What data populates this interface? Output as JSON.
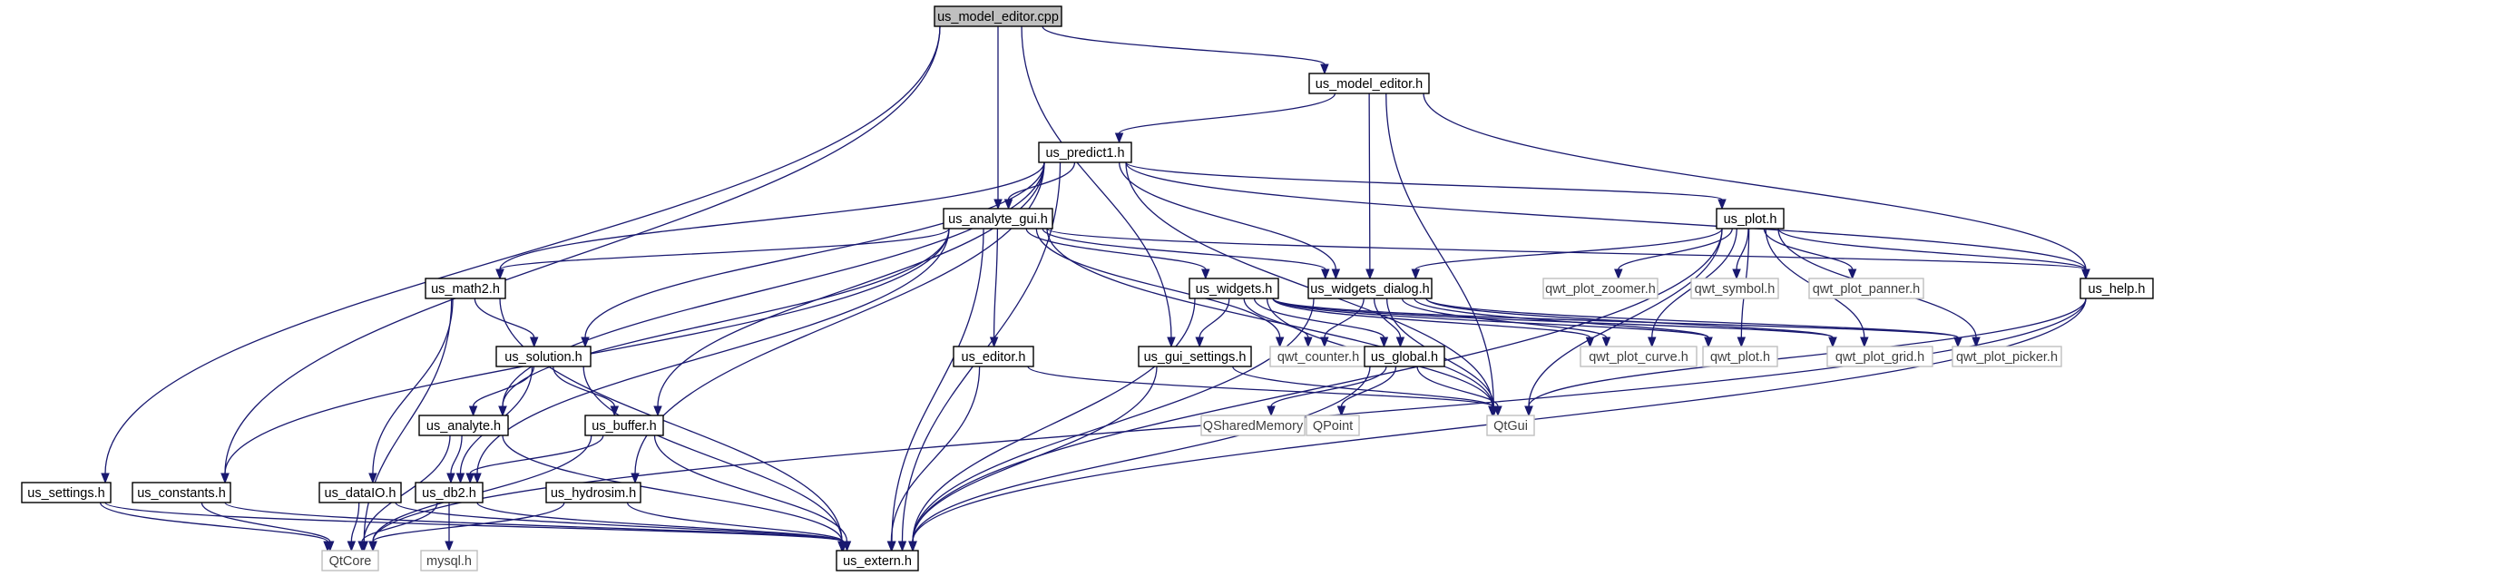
{
  "colors": {
    "edge": "#191970",
    "root_fill": "#bfbfbf",
    "node_fill": "#ffffff",
    "node_stroke": "#000000",
    "external_stroke": "#bfbfbf",
    "external_text": "#404040",
    "text": "#000000"
  },
  "nodes": [
    {
      "id": "us_model_editor_cpp",
      "label": "us_model_editor.cpp",
      "kind": "root"
    },
    {
      "id": "us_model_editor_h",
      "label": "us_model_editor.h",
      "kind": "local"
    },
    {
      "id": "us_predict1_h",
      "label": "us_predict1.h",
      "kind": "local"
    },
    {
      "id": "us_analyte_gui_h",
      "label": "us_analyte_gui.h",
      "kind": "local"
    },
    {
      "id": "us_plot_h",
      "label": "us_plot.h",
      "kind": "local"
    },
    {
      "id": "us_math2_h",
      "label": "us_math2.h",
      "kind": "local"
    },
    {
      "id": "us_widgets_h",
      "label": "us_widgets.h",
      "kind": "local"
    },
    {
      "id": "us_widgets_dialog_h",
      "label": "us_widgets_dialog.h",
      "kind": "local"
    },
    {
      "id": "qwt_plot_zoomer_h",
      "label": "qwt_plot_zoomer.h",
      "kind": "external"
    },
    {
      "id": "qwt_symbol_h",
      "label": "qwt_symbol.h",
      "kind": "external"
    },
    {
      "id": "qwt_plot_panner_h",
      "label": "qwt_plot_panner.h",
      "kind": "external"
    },
    {
      "id": "us_help_h",
      "label": "us_help.h",
      "kind": "local"
    },
    {
      "id": "us_solution_h",
      "label": "us_solution.h",
      "kind": "local"
    },
    {
      "id": "us_editor_h",
      "label": "us_editor.h",
      "kind": "local"
    },
    {
      "id": "us_gui_settings_h",
      "label": "us_gui_settings.h",
      "kind": "local"
    },
    {
      "id": "qwt_counter_h",
      "label": "qwt_counter.h",
      "kind": "external"
    },
    {
      "id": "us_global_h",
      "label": "us_global.h",
      "kind": "local"
    },
    {
      "id": "qwt_plot_curve_h",
      "label": "qwt_plot_curve.h",
      "kind": "external"
    },
    {
      "id": "qwt_plot_h",
      "label": "qwt_plot.h",
      "kind": "external"
    },
    {
      "id": "qwt_plot_grid_h",
      "label": "qwt_plot_grid.h",
      "kind": "external"
    },
    {
      "id": "qwt_plot_picker_h",
      "label": "qwt_plot_picker.h",
      "kind": "external"
    },
    {
      "id": "us_analyte_h",
      "label": "us_analyte.h",
      "kind": "local"
    },
    {
      "id": "us_buffer_h",
      "label": "us_buffer.h",
      "kind": "local"
    },
    {
      "id": "QSharedMemory",
      "label": "QSharedMemory",
      "kind": "external"
    },
    {
      "id": "QPoint",
      "label": "QPoint",
      "kind": "external"
    },
    {
      "id": "QtGui",
      "label": "QtGui",
      "kind": "external"
    },
    {
      "id": "us_settings_h",
      "label": "us_settings.h",
      "kind": "local"
    },
    {
      "id": "us_constants_h",
      "label": "us_constants.h",
      "kind": "local"
    },
    {
      "id": "us_dataIO_h",
      "label": "us_dataIO.h",
      "kind": "local"
    },
    {
      "id": "us_db2_h",
      "label": "us_db2.h",
      "kind": "local"
    },
    {
      "id": "us_hydrosim_h",
      "label": "us_hydrosim.h",
      "kind": "local"
    },
    {
      "id": "QtCore",
      "label": "QtCore",
      "kind": "external"
    },
    {
      "id": "mysql_h",
      "label": "mysql.h",
      "kind": "external"
    },
    {
      "id": "us_extern_h",
      "label": "us_extern.h",
      "kind": "local"
    }
  ],
  "edges": [
    [
      "us_model_editor_cpp",
      "us_model_editor_h"
    ],
    [
      "us_model_editor_cpp",
      "us_analyte_gui_h"
    ],
    [
      "us_model_editor_cpp",
      "us_gui_settings_h"
    ],
    [
      "us_model_editor_cpp",
      "us_settings_h"
    ],
    [
      "us_model_editor_cpp",
      "us_constants_h"
    ],
    [
      "us_model_editor_h",
      "us_predict1_h"
    ],
    [
      "us_model_editor_h",
      "us_widgets_dialog_h"
    ],
    [
      "us_model_editor_h",
      "us_help_h"
    ],
    [
      "us_model_editor_h",
      "QtGui"
    ],
    [
      "us_predict1_h",
      "us_analyte_gui_h"
    ],
    [
      "us_predict1_h",
      "us_plot_h"
    ],
    [
      "us_predict1_h",
      "us_math2_h"
    ],
    [
      "us_predict1_h",
      "us_solution_h"
    ],
    [
      "us_predict1_h",
      "us_widgets_dialog_h"
    ],
    [
      "us_predict1_h",
      "us_help_h"
    ],
    [
      "us_predict1_h",
      "us_analyte_h"
    ],
    [
      "us_predict1_h",
      "us_buffer_h"
    ],
    [
      "us_predict1_h",
      "us_hydrosim_h"
    ],
    [
      "us_predict1_h",
      "QtGui"
    ],
    [
      "us_predict1_h",
      "us_extern_h"
    ],
    [
      "us_analyte_gui_h",
      "us_math2_h"
    ],
    [
      "us_analyte_gui_h",
      "us_widgets_h"
    ],
    [
      "us_analyte_gui_h",
      "us_widgets_dialog_h"
    ],
    [
      "us_analyte_gui_h",
      "us_help_h"
    ],
    [
      "us_analyte_gui_h",
      "us_constants_h"
    ],
    [
      "us_analyte_gui_h",
      "us_analyte_h"
    ],
    [
      "us_analyte_gui_h",
      "us_editor_h"
    ],
    [
      "us_analyte_gui_h",
      "us_db2_h"
    ],
    [
      "us_analyte_gui_h",
      "qwt_counter_h"
    ],
    [
      "us_analyte_gui_h",
      "QtGui"
    ],
    [
      "us_analyte_gui_h",
      "us_extern_h"
    ],
    [
      "us_plot_h",
      "us_widgets_dialog_h"
    ],
    [
      "us_plot_h",
      "qwt_plot_zoomer_h"
    ],
    [
      "us_plot_h",
      "qwt_symbol_h"
    ],
    [
      "us_plot_h",
      "qwt_plot_panner_h"
    ],
    [
      "us_plot_h",
      "us_help_h"
    ],
    [
      "us_plot_h",
      "qwt_plot_curve_h"
    ],
    [
      "us_plot_h",
      "qwt_plot_h"
    ],
    [
      "us_plot_h",
      "qwt_plot_grid_h"
    ],
    [
      "us_plot_h",
      "qwt_plot_picker_h"
    ],
    [
      "us_plot_h",
      "QtGui"
    ],
    [
      "us_plot_h",
      "us_extern_h"
    ],
    [
      "us_math2_h",
      "us_solution_h"
    ],
    [
      "us_math2_h",
      "us_dataIO_h"
    ],
    [
      "us_math2_h",
      "QtCore"
    ],
    [
      "us_math2_h",
      "us_extern_h"
    ],
    [
      "us_widgets_h",
      "us_gui_settings_h"
    ],
    [
      "us_widgets_h",
      "qwt_counter_h"
    ],
    [
      "us_widgets_h",
      "us_global_h"
    ],
    [
      "us_widgets_h",
      "qwt_plot_curve_h"
    ],
    [
      "us_widgets_h",
      "qwt_plot_h"
    ],
    [
      "us_widgets_h",
      "qwt_plot_grid_h"
    ],
    [
      "us_widgets_h",
      "qwt_plot_picker_h"
    ],
    [
      "us_widgets_h",
      "QtGui"
    ],
    [
      "us_widgets_h",
      "us_extern_h"
    ],
    [
      "us_widgets_dialog_h",
      "qwt_counter_h"
    ],
    [
      "us_widgets_dialog_h",
      "us_global_h"
    ],
    [
      "us_widgets_dialog_h",
      "qwt_plot_curve_h"
    ],
    [
      "us_widgets_dialog_h",
      "qwt_plot_h"
    ],
    [
      "us_widgets_dialog_h",
      "qwt_plot_grid_h"
    ],
    [
      "us_widgets_dialog_h",
      "qwt_plot_picker_h"
    ],
    [
      "us_widgets_dialog_h",
      "QtGui"
    ],
    [
      "us_widgets_dialog_h",
      "us_extern_h"
    ],
    [
      "us_help_h",
      "QtGui"
    ],
    [
      "us_help_h",
      "QtCore"
    ],
    [
      "us_help_h",
      "us_extern_h"
    ],
    [
      "us_solution_h",
      "us_analyte_h"
    ],
    [
      "us_solution_h",
      "us_buffer_h"
    ],
    [
      "us_solution_h",
      "us_db2_h"
    ],
    [
      "us_solution_h",
      "us_extern_h"
    ],
    [
      "us_editor_h",
      "QtGui"
    ],
    [
      "us_editor_h",
      "us_extern_h"
    ],
    [
      "us_gui_settings_h",
      "QtGui"
    ],
    [
      "us_gui_settings_h",
      "us_extern_h"
    ],
    [
      "us_global_h",
      "QSharedMemory"
    ],
    [
      "us_global_h",
      "QPoint"
    ],
    [
      "us_global_h",
      "QtGui"
    ],
    [
      "us_global_h",
      "us_extern_h"
    ],
    [
      "us_analyte_h",
      "us_db2_h"
    ],
    [
      "us_analyte_h",
      "QtCore"
    ],
    [
      "us_analyte_h",
      "us_extern_h"
    ],
    [
      "us_buffer_h",
      "us_db2_h"
    ],
    [
      "us_buffer_h",
      "QtCore"
    ],
    [
      "us_buffer_h",
      "us_extern_h"
    ],
    [
      "us_settings_h",
      "QtCore"
    ],
    [
      "us_settings_h",
      "us_extern_h"
    ],
    [
      "us_constants_h",
      "QtCore"
    ],
    [
      "us_constants_h",
      "us_extern_h"
    ],
    [
      "us_dataIO_h",
      "QtCore"
    ],
    [
      "us_dataIO_h",
      "us_extern_h"
    ],
    [
      "us_db2_h",
      "QtCore"
    ],
    [
      "us_db2_h",
      "mysql_h"
    ],
    [
      "us_db2_h",
      "us_extern_h"
    ],
    [
      "us_hydrosim_h",
      "QtCore"
    ],
    [
      "us_hydrosim_h",
      "us_extern_h"
    ]
  ]
}
